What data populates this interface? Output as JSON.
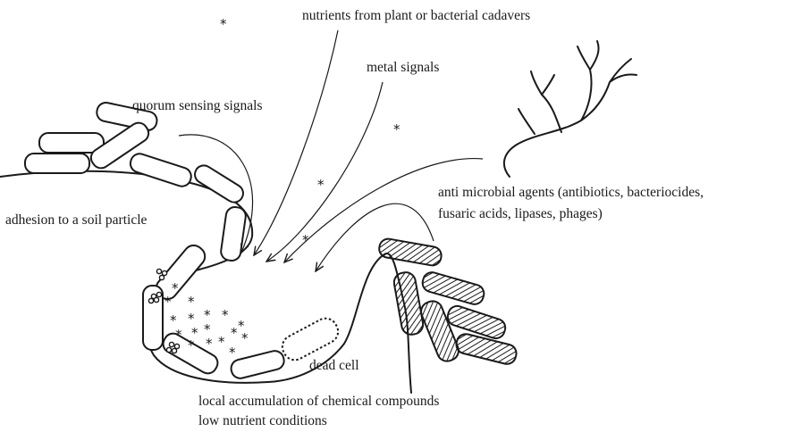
{
  "labels": {
    "nutrients": "nutrients from plant or bacterial cadavers",
    "metal": "metal signals",
    "quorum": "quorum sensing signals",
    "antimicrobial_line1": "anti microbial agents (antibiotics, bacteriocides,",
    "antimicrobial_line2": "fusaric acids, lipases, phages)",
    "adhesion": "adhesion to a soil particle",
    "dead_cell": "dead cell",
    "accumulation_line1": "local accumulation of chemical compounds",
    "accumulation_line2": "low nutrient conditions"
  },
  "symbols": {
    "molecule": "*"
  },
  "colors": {
    "ink": "#1a1a1a",
    "background": "#ffffff"
  }
}
